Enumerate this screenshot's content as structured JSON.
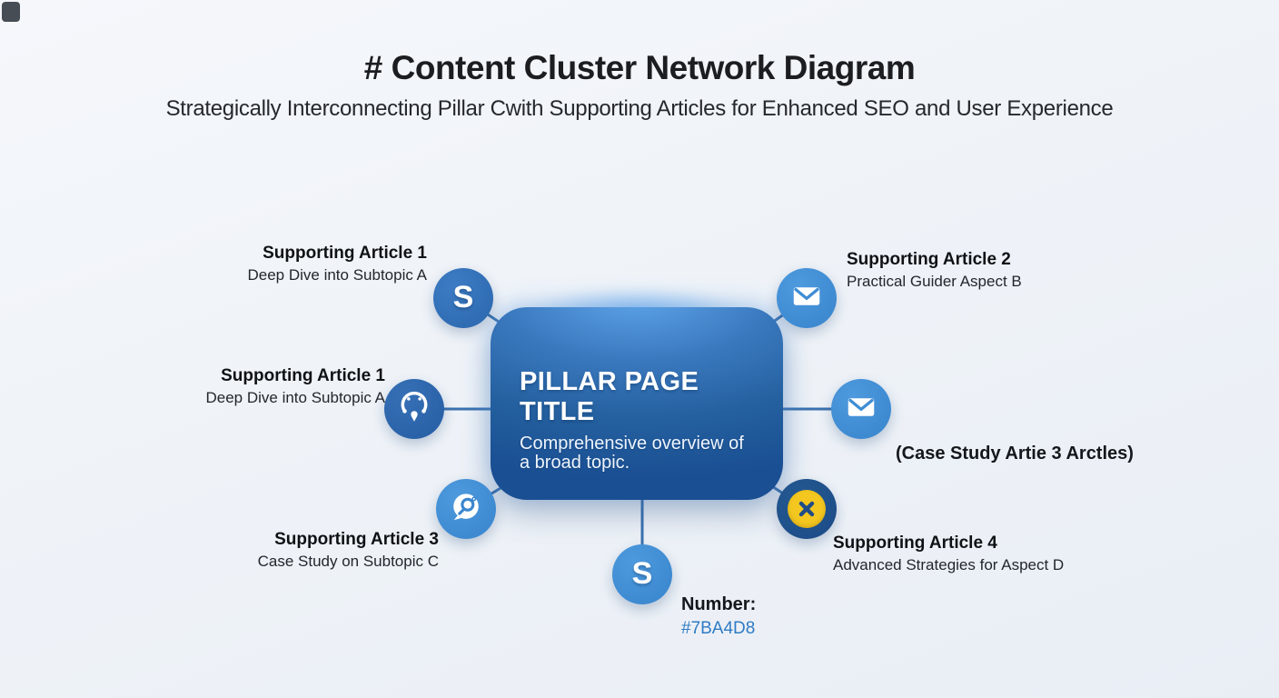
{
  "page": {
    "title": "# Content Cluster Network Diagram",
    "subtitle": "Strategically Interconnecting Pillar Cwith Supporting Articles for Enhanced SEO and User Experience"
  },
  "pillar": {
    "title": "PILLAR PAGE TITLE",
    "description": "Comprehensive overview of a broad topic."
  },
  "nodes": [
    {
      "id": "supporting-article-1",
      "icon": "s-badge-icon",
      "letter": "S",
      "title": "Supporting Article 1",
      "subtitle": "Deep Dive into Subtopic A"
    },
    {
      "id": "supporting-article-2",
      "icon": "mail-icon",
      "title": "Supporting Article 2",
      "subtitle": "Practical Guider Aspect B"
    },
    {
      "id": "supporting-article-1-duplicate",
      "icon": "gauge-icon",
      "title": "Supporting Article 1",
      "subtitle": "Deep Dive into Subtopic A"
    },
    {
      "id": "case-study-node",
      "icon": "mail-icon",
      "note": "(Case Study Artie 3 Arctles)"
    },
    {
      "id": "supporting-article-3",
      "icon": "search-icon",
      "title": "Supporting Article 3",
      "subtitle": "Case Study on Subtopic C"
    },
    {
      "id": "supporting-article-4",
      "icon": "x-badge-icon",
      "title": "Supporting Article 4",
      "subtitle": "Advanced Strategies for Aspect D"
    },
    {
      "id": "bottom-s-node",
      "icon": "s-badge-icon",
      "letter": "S",
      "number_label": "Number:",
      "number_value": "#7BA4D8"
    }
  ],
  "colors": {
    "pillar_top": "#5ea4e8",
    "pillar_bottom": "#1a4f93",
    "node_light_blue": "#3f8dd5",
    "node_medium_blue": "#2e6cb2",
    "node_navy": "#1c4d8b",
    "badge_yellow": "#f3c71f",
    "connector": "#3b72b0",
    "number_value_color": "#2f7bc4"
  }
}
